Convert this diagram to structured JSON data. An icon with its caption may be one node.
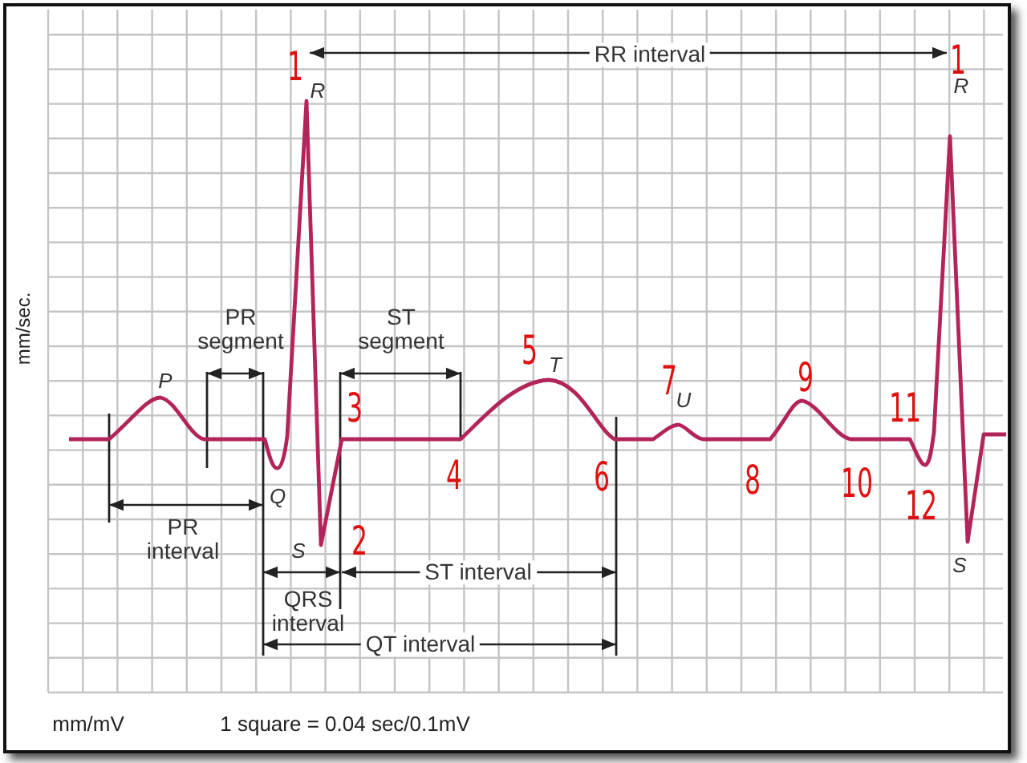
{
  "diagram": {
    "labels": [
      "1",
      "RR interval",
      "1",
      "R",
      "R",
      "mm/sec.",
      "PR segment",
      "ST segment",
      "5",
      "T",
      "P",
      "7",
      "U",
      "9",
      "3",
      "11",
      "Q",
      "4",
      "6",
      "8",
      "10",
      "12",
      "PR interval",
      "S",
      "2",
      "ST interval",
      "S",
      "QRS interval",
      "QT interval",
      "mm/mV",
      "1 square = 0.04 sec/0.1mV"
    ]
  }
}
